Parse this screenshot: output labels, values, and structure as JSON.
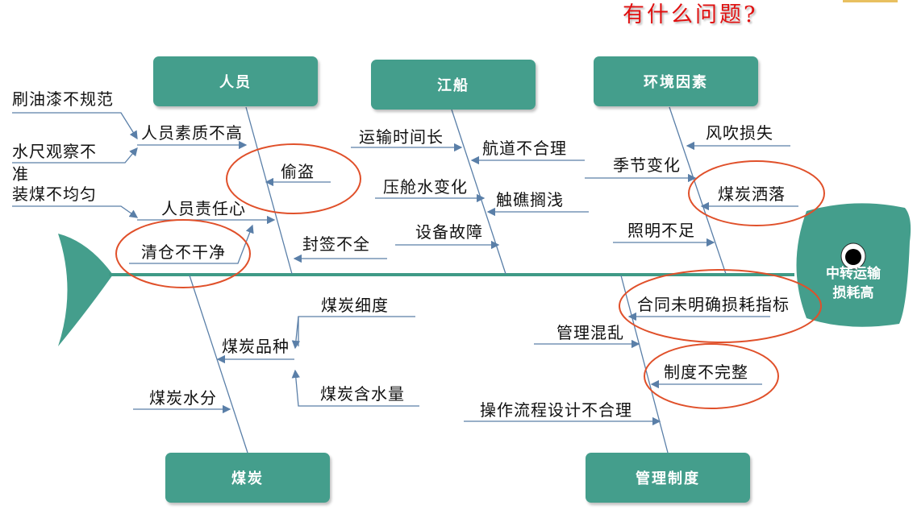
{
  "title": "有什么问题?",
  "problem": {
    "line1": "中转运输",
    "line2": "损耗高"
  },
  "categories": {
    "people": "人员",
    "ship": "江船",
    "environment": "环境因素",
    "coal": "煤炭",
    "management": "管理制度"
  },
  "causes": {
    "people": [
      "刷油漆不规范",
      "人员素质不高",
      "水尺观察不",
      "准",
      "偷盗",
      "装煤不均匀",
      "人员责任心",
      "清仓不干净",
      "封签不全"
    ],
    "ship": [
      "运输时间长",
      "航道不合理",
      "压舱水变化",
      "触礁搁浅",
      "设备故障"
    ],
    "environment": [
      "风吹损失",
      "季节变化",
      "煤炭洒落",
      "照明不足"
    ],
    "coal": [
      "煤炭细度",
      "煤炭品种",
      "煤炭含水量",
      "煤炭水分"
    ],
    "management": [
      "合同未明确损耗指标",
      "管理混乱",
      "制度不完整",
      "操作流程设计不合理"
    ]
  },
  "colors": {
    "fish": "#449e8c",
    "highlight": "#e0502a",
    "title": "#e01010"
  }
}
